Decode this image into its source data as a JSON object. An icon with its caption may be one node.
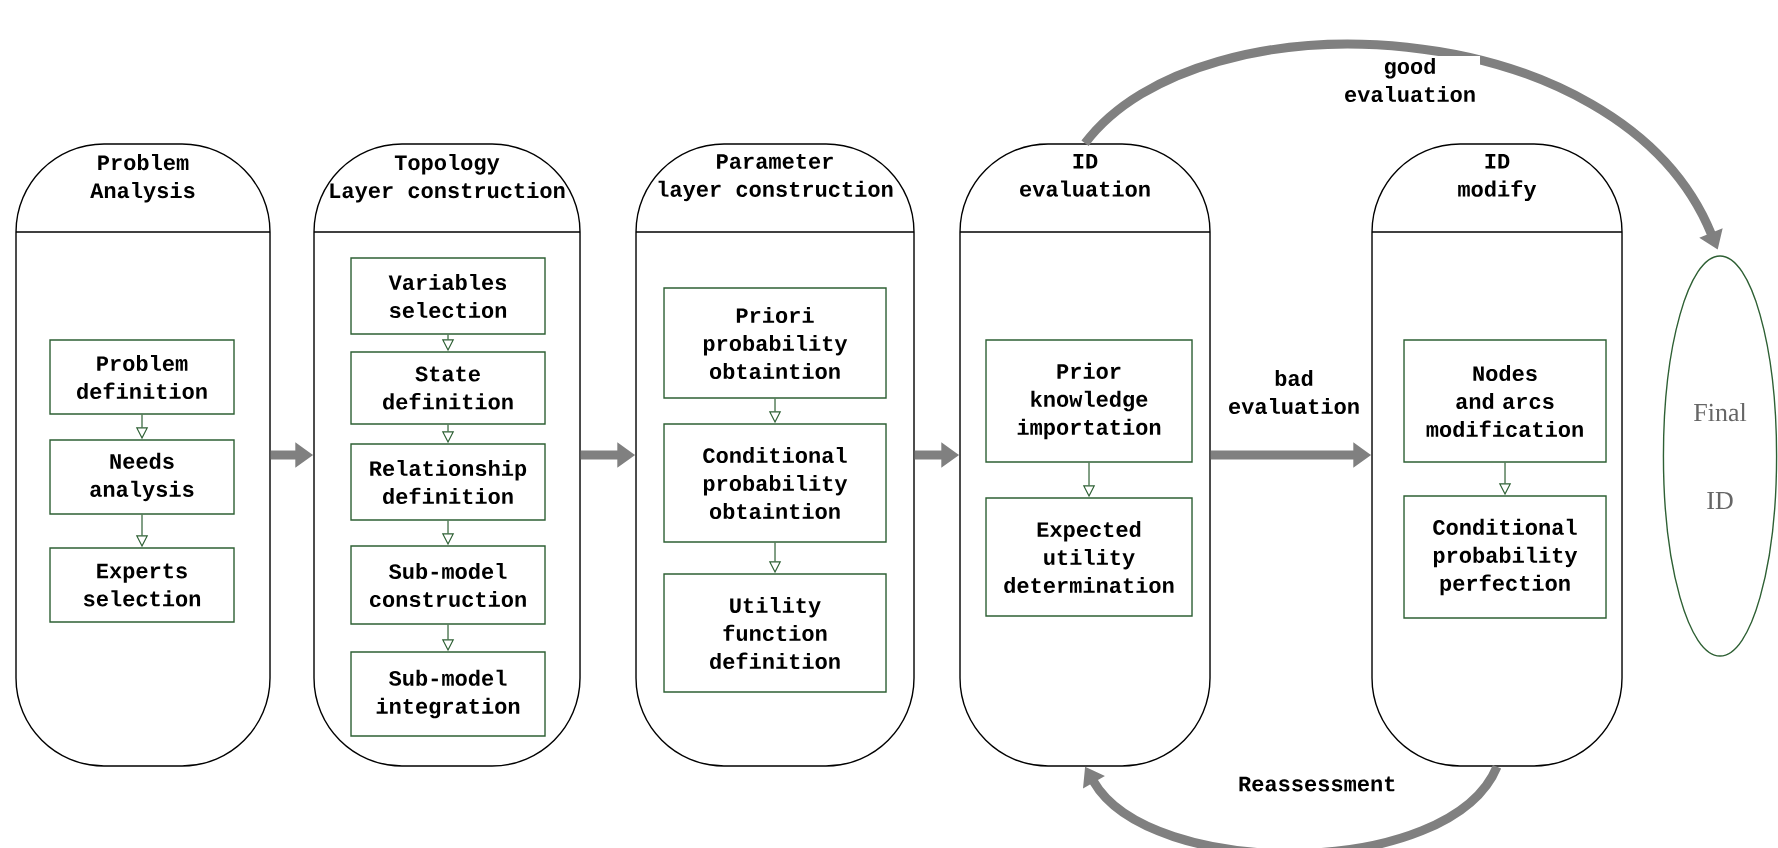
{
  "diagram": {
    "nodes": [
      {
        "text": [
          "Problem Analysis"
        ]
      },
      {
        "text": [
          "Problem definition"
        ],
        "in": 0
      },
      {
        "text": [
          "Needs analysis"
        ],
        "in": 0
      },
      {
        "text": [
          "Experts selection"
        ],
        "in": 0
      },
      {
        "text": [
          "Topology Layer construction"
        ]
      },
      {
        "text": [
          "Variables selection"
        ],
        "in": 4
      },
      {
        "text": [
          "State definition"
        ],
        "in": 4
      },
      {
        "text": [
          "Relationship definition"
        ],
        "in": 4
      },
      {
        "text": [
          "Sub-model construction"
        ],
        "in": 4
      },
      {
        "text": [
          "Sub-model integration"
        ],
        "in": 4
      },
      {
        "text": [
          "Parameter layer construction"
        ]
      },
      {
        "text": [
          "Priori probability obtaintion"
        ],
        "in": 10
      },
      {
        "text": [
          "Conditional probability obtaintion"
        ],
        "in": 10
      },
      {
        "text": [
          "Utility function definition"
        ],
        "in": 10
      },
      {
        "text": [
          "ID evaluation"
        ]
      },
      {
        "text": [
          "Prior knowledge importation"
        ],
        "in": 14
      },
      {
        "text": [
          "Expected utility determination"
        ],
        "in": 14
      },
      {
        "text": [
          "ID modify"
        ]
      },
      {
        "text": [
          "Nodes and arcs modification"
        ],
        "in": 17
      },
      {
        "text": [
          "Conditional probability perfection"
        ],
        "in": 17
      },
      {
        "text": [
          "Final ID"
        ]
      }
    ],
    "edges": [
      {
        "from": 0,
        "to": 4,
        "arrow": "to",
        "style": "thick",
        "color": "#808080"
      },
      {
        "from": 4,
        "to": 10,
        "arrow": "to",
        "style": "thick",
        "color": "#808080"
      },
      {
        "from": 10,
        "to": 14,
        "arrow": "to",
        "style": "thick",
        "color": "#808080"
      },
      {
        "from": 14,
        "to": 17,
        "arrow": "to",
        "label": "bad evaluation",
        "style": "thick",
        "color": "#808080"
      },
      {
        "from": 14,
        "to": 20,
        "arrow": "to",
        "label": "good evaluation",
        "style": "thick",
        "color": "#808080"
      },
      {
        "from": 17,
        "to": 14,
        "arrow": "to",
        "label": "Reassessment",
        "style": "thick",
        "color": "#808080"
      },
      {
        "from": 1,
        "to": 2,
        "arrow": "to"
      },
      {
        "from": 2,
        "to": 3,
        "arrow": "to"
      },
      {
        "from": 5,
        "to": 6,
        "arrow": "to"
      },
      {
        "from": 6,
        "to": 7,
        "arrow": "to"
      },
      {
        "from": 7,
        "to": 8,
        "arrow": "to"
      },
      {
        "from": 8,
        "to": 9,
        "arrow": "to"
      },
      {
        "from": 11,
        "to": 12,
        "arrow": "to"
      },
      {
        "from": 12,
        "to": 13,
        "arrow": "to"
      },
      {
        "from": 15,
        "to": 16,
        "arrow": "to"
      },
      {
        "from": 18,
        "to": 19,
        "arrow": "to"
      }
    ]
  }
}
